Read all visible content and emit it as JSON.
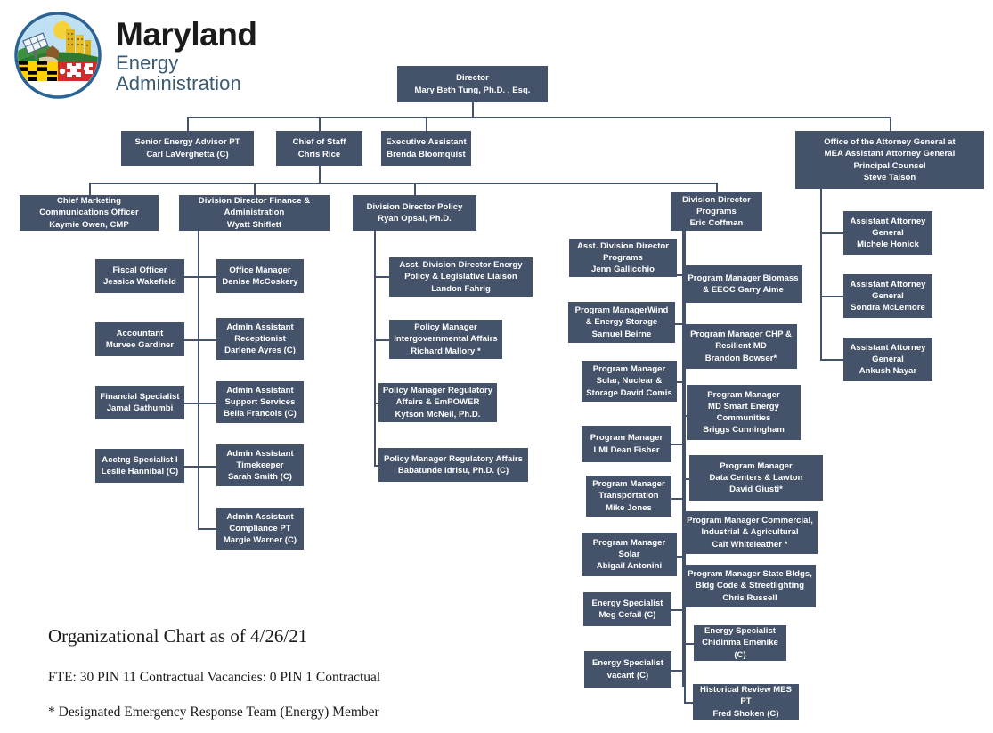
{
  "document": {
    "organization": "Maryland Energy Administration",
    "logo": {
      "line1": "Maryland",
      "line2": "Energy",
      "line3": "Administration",
      "seal_name": "mea-seal"
    },
    "footer": {
      "title": "Organizational Chart as of 4/26/21",
      "fte_line": "FTE: 30 PIN 11 Contractual Vacancies: 0 PIN 1 Contractual",
      "legend_line": "* Designated Emergency Response Team (Energy) Member"
    },
    "colors": {
      "box_fill": "#45536a",
      "box_text": "#ffffff",
      "connector": "#45536a",
      "background": "#ffffff",
      "logo_word": "#1b1b1b",
      "logo_sub": "#3a5a74"
    }
  },
  "nodes": {
    "director": {
      "title": "Director",
      "name": "Mary Beth Tung, Ph.D. , Esq."
    },
    "senior_energy_advisor": {
      "title": "Senior Energy Advisor PT",
      "name": "Carl LaVerghetta (C)"
    },
    "chief_of_staff": {
      "title": "Chief of Staff",
      "name": "Chris Rice"
    },
    "executive_assistant": {
      "title": "Executive Assistant",
      "name": "Brenda Bloomquist"
    },
    "attorney_general_office": {
      "line1": "Office of the Attorney General at",
      "line2": "MEA Assistant Attorney General",
      "line3": "Principal Counsel",
      "name": "Steve Talson"
    },
    "aag_honick": {
      "line1": "Assistant Attorney",
      "line2": "General",
      "name": "Michele Honick"
    },
    "aag_mclemore": {
      "line1": "Assistant Attorney",
      "line2": "General",
      "name": "Sondra McLemore"
    },
    "aag_nayar": {
      "line1": "Assistant Attorney",
      "line2": "General",
      "name": "Ankush Nayar"
    },
    "chief_marketing": {
      "line1": "Chief Marketing",
      "line2": "Communications Officer",
      "name": "Kaymie Owen, CMP"
    },
    "dd_finance": {
      "line1": "Division Director Finance &",
      "line2": "Administration",
      "name": "Wyatt Shiflett"
    },
    "dd_policy": {
      "line1": "Division Director Policy",
      "name": "Ryan Opsal, Ph.D."
    },
    "dd_programs": {
      "line1": "Division Director",
      "line2": "Programs",
      "name": "Eric Coffman"
    },
    "fiscal_officer": {
      "line1": "Fiscal Officer",
      "name": "Jessica Wakefield"
    },
    "accountant": {
      "line1": "Accountant",
      "name": "Murvee Gardiner"
    },
    "financial_specialist": {
      "line1": "Financial Specialist",
      "name": "Jamal Gathumbi"
    },
    "acctng_specialist": {
      "line1": "Acctng Specialist I",
      "name": "Leslie Hannibal (C)"
    },
    "office_manager": {
      "line1": "Office Manager",
      "name": "Denise McCoskery"
    },
    "aa_receptionist": {
      "line1": "Admin Assistant",
      "line2": "Receptionist",
      "name": "Darlene Ayres (C)"
    },
    "aa_support": {
      "line1": "Admin Assistant",
      "line2": "Support Services",
      "name": "Bella Francois (C)"
    },
    "aa_timekeeper": {
      "line1": "Admin Assistant",
      "line2": "Timekeeper",
      "name": "Sarah Smith (C)"
    },
    "aa_compliance": {
      "line1": "Admin Assistant",
      "line2": "Compliance PT",
      "name": "Margie Warner (C)"
    },
    "asst_dd_energy_policy": {
      "line1": "Asst. Division Director Energy",
      "line2": "Policy & Legislative Liaison",
      "name": "Landon Fahrig"
    },
    "pm_intergov": {
      "line1": "Policy Manager",
      "line2": "Intergovernmental Affairs",
      "name": "Richard Mallory *"
    },
    "pm_reg_empower": {
      "line1": "Policy Manager  Regulatory",
      "line2": "Affairs & EmPOWER",
      "name": "Kytson McNeil, Ph.D."
    },
    "pm_reg_affairs": {
      "line1": "Policy Manager  Regulatory Affairs",
      "name": "Babatunde Idrisu, Ph.D. (C)"
    },
    "asst_dd_programs": {
      "line1": "Asst. Division Director",
      "line2": "Programs",
      "name": "Jenn Gallicchio"
    },
    "pm_wind": {
      "line1": "Program ManagerWind",
      "line2": "& Energy Storage",
      "name": "Samuel Beirne"
    },
    "pm_solar_nuclear": {
      "line1": "Program Manager",
      "line2": "Solar, Nuclear &",
      "name": "Storage David Comis"
    },
    "pm_lmi": {
      "line1": "Program Manager",
      "name": "LMI  Dean Fisher"
    },
    "pm_transportation": {
      "line1": "Program Manager",
      "line2": "Transportation",
      "name": "Mike Jones"
    },
    "pm_solar": {
      "line1": "Program Manager",
      "line2": "Solar",
      "name": "Abigail Antonini"
    },
    "es_cefail": {
      "line1": "Energy Specialist",
      "name": "Meg Cefail (C)"
    },
    "es_vacant": {
      "line1": "Energy Specialist",
      "name": "vacant (C)"
    },
    "pm_biomass": {
      "line1": "Program Manager  Biomass",
      "name": "& EEOC Garry Aime"
    },
    "pm_chp": {
      "line1": "Program Manager  CHP &",
      "line2": "Resilient MD",
      "name": "Brandon Bowser*"
    },
    "pm_smart": {
      "line1": "Program Manager",
      "line2": "MD Smart Energy",
      "line3": "Communities",
      "name": "Briggs Cunningham"
    },
    "pm_datacenter": {
      "line1": "Program Manager",
      "line2": "Data Centers & Lawton",
      "name": "David Giusti*"
    },
    "pm_commercial": {
      "line1": "Program Manager  Commercial,",
      "line2": "Industrial & Agricultural",
      "name": "Cait Whiteleather *"
    },
    "pm_statebldgs": {
      "line1": "Program Manager  State Bldgs,",
      "line2": "Bldg Code & Streetlighting",
      "name": "Chris Russell"
    },
    "es_emenike": {
      "line1": "Energy Specialist",
      "name": "Chidinma Emenike (C)"
    },
    "historical_review": {
      "line1": "Historical Review MES PT",
      "name": "Fred Shoken (C)"
    }
  }
}
